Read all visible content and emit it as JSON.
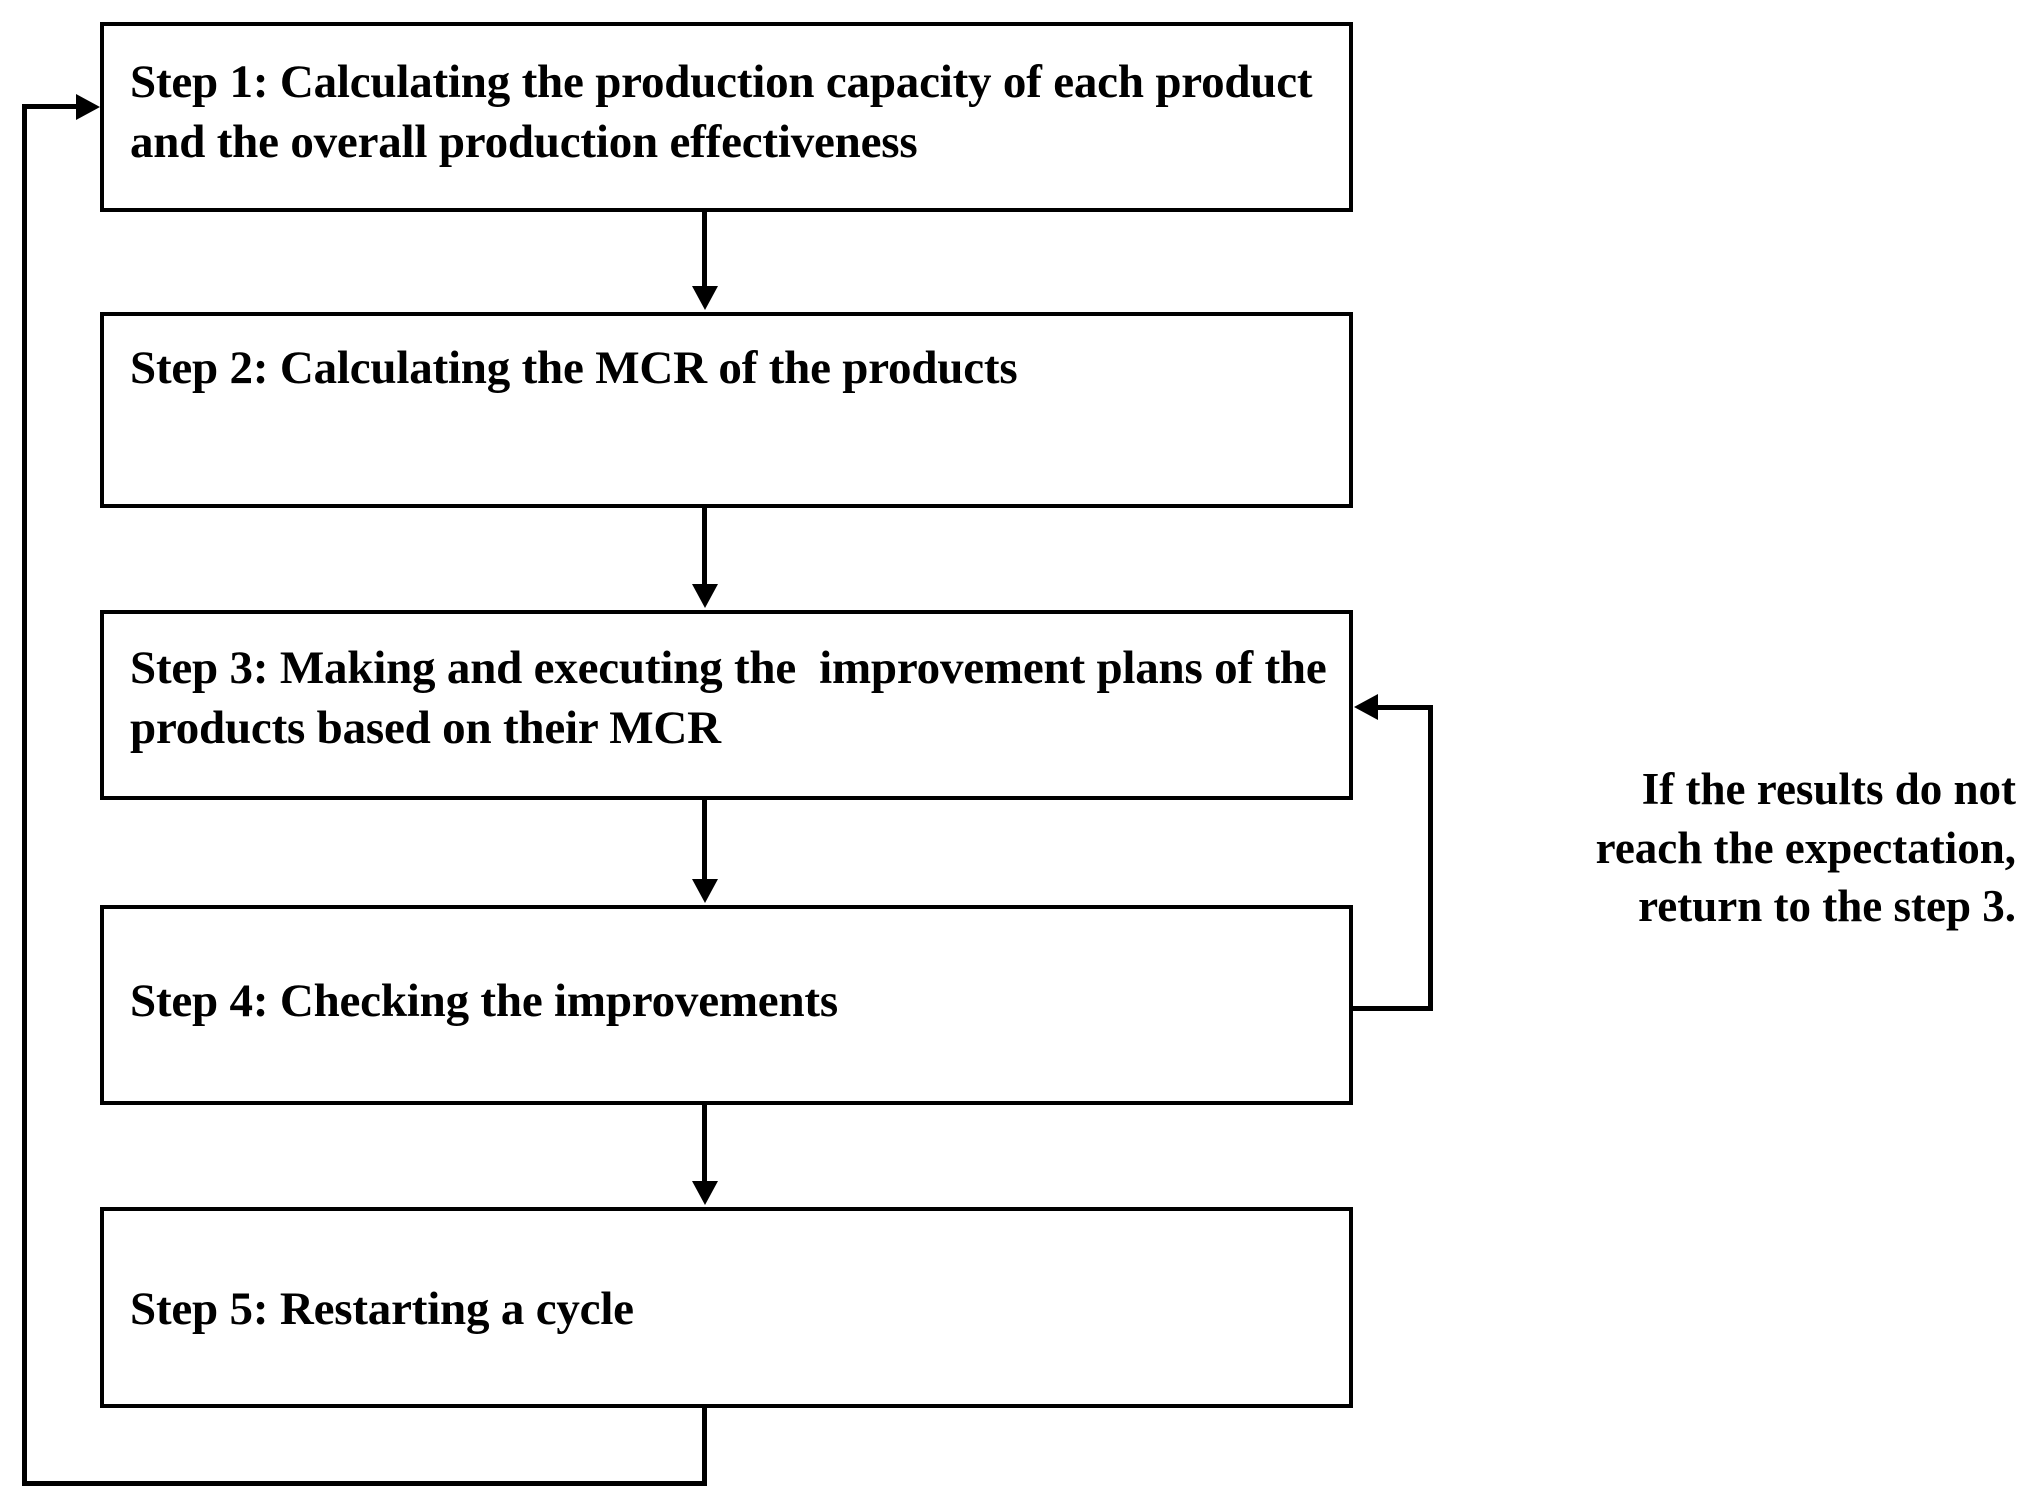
{
  "diagram": {
    "title": "Improvement cycle flowchart",
    "line_color": "#000000",
    "box_fill": "#ffffff",
    "background": "#ffffff",
    "steps": [
      {
        "id": "step-1",
        "label": "Step 1: Calculating the production capacity of each product and the overall production effectiveness"
      },
      {
        "id": "step-2",
        "label": "Step 2: Calculating the MCR of the products"
      },
      {
        "id": "step-3",
        "label": "Step 3: Making and executing the  improvement plans of the products based on their MCR"
      },
      {
        "id": "step-4",
        "label": "Step 4: Checking the improvements"
      },
      {
        "id": "step-5",
        "label": "Step 5: Restarting a cycle"
      }
    ],
    "annotations": [
      {
        "id": "feedback-note",
        "text": "If the results do not\nreach the expectation,\nreturn to the step 3."
      }
    ],
    "connectors": [
      {
        "id": "arrow-step1-step2",
        "from": "step-1",
        "to": "step-2",
        "kind": "down-arrow"
      },
      {
        "id": "arrow-step2-step3",
        "from": "step-2",
        "to": "step-3",
        "kind": "down-arrow"
      },
      {
        "id": "arrow-step3-step4",
        "from": "step-3",
        "to": "step-4",
        "kind": "down-arrow"
      },
      {
        "id": "arrow-step4-step5",
        "from": "step-4",
        "to": "step-5",
        "kind": "down-arrow"
      },
      {
        "id": "arrow-step4-step3-feedback",
        "from": "step-4",
        "to": "step-3",
        "kind": "right-loop-arrow"
      },
      {
        "id": "arrow-step5-step1-restart",
        "from": "step-5",
        "to": "step-1",
        "kind": "bottom-left-loop-arrow"
      }
    ]
  }
}
